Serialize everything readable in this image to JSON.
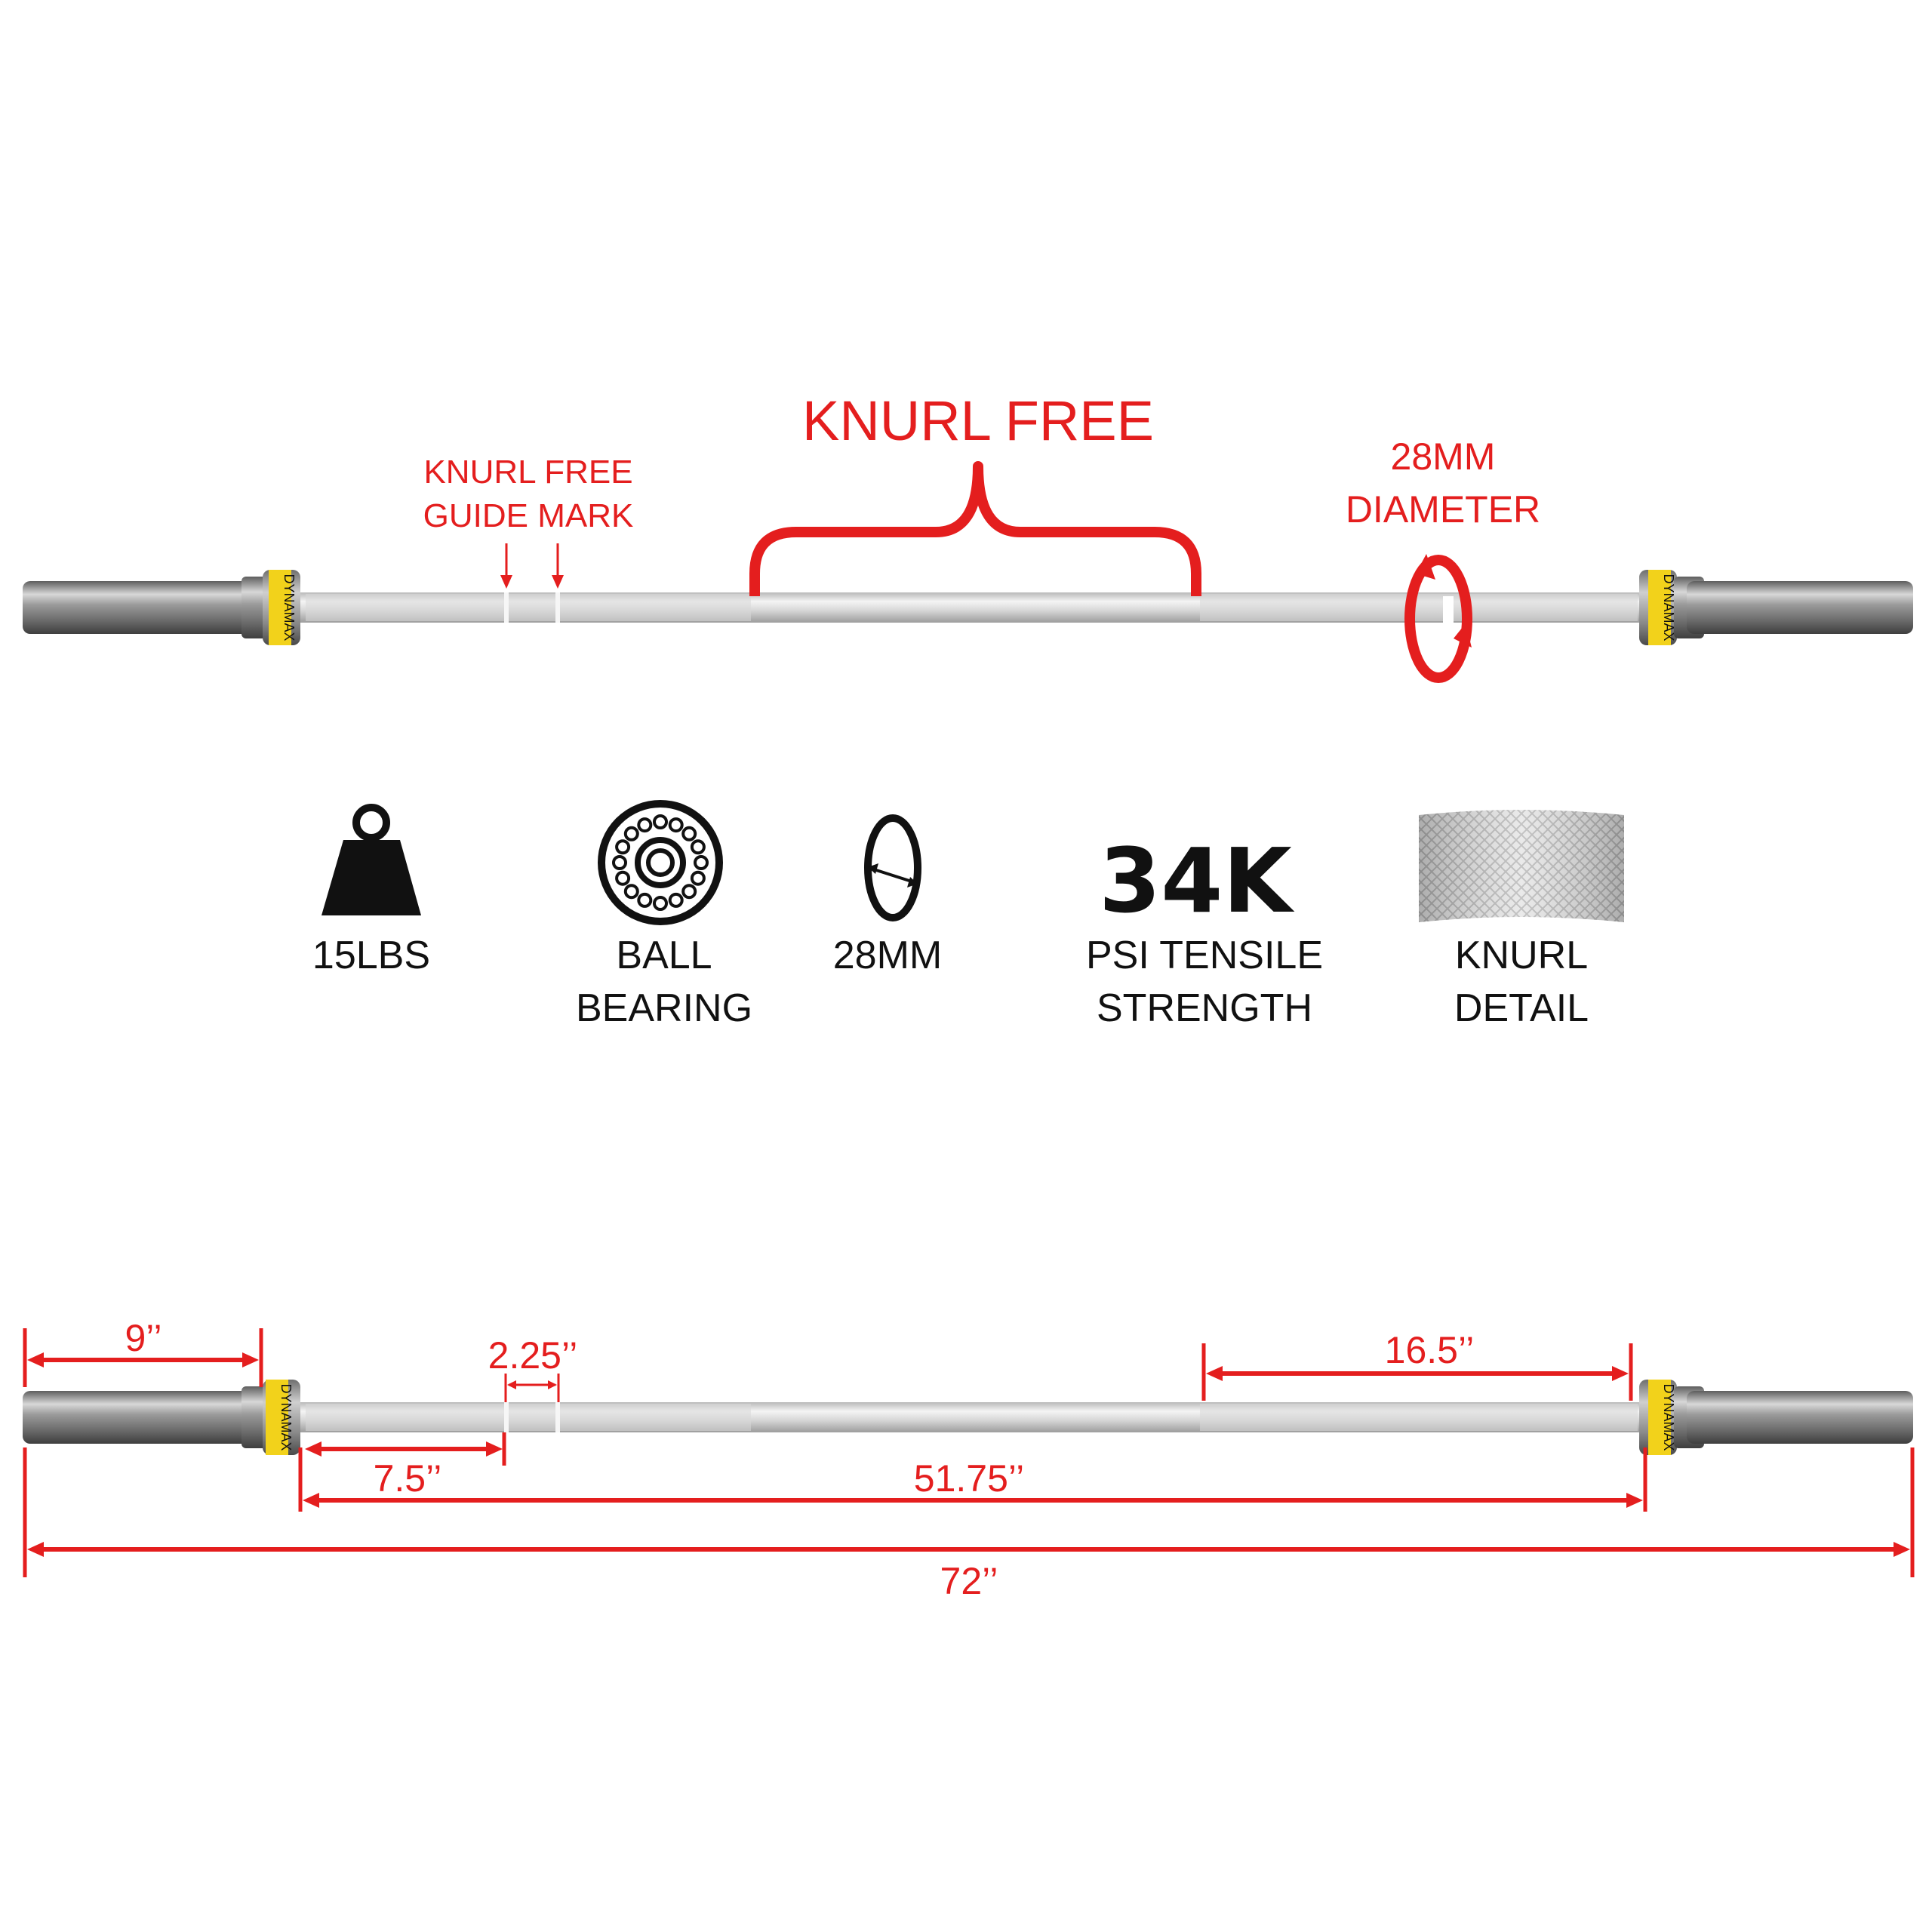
{
  "top_labels": {
    "knurl_free": "KNURL FREE",
    "guide_mark_line1": "KNURL FREE",
    "guide_mark_line2": "GUIDE MARK",
    "diameter_line1": "28MM",
    "diameter_line2": "DIAMETER"
  },
  "sleeve_brand": "DYNAMAX",
  "features": [
    {
      "icon": "weight-icon",
      "line1": "15LBS",
      "line2": ""
    },
    {
      "icon": "ball-bearing-icon",
      "line1": "BALL",
      "line2": "BEARING"
    },
    {
      "icon": "diameter-icon",
      "line1": "28MM",
      "line2": ""
    },
    {
      "icon": "tensile-strength",
      "headline": "34K",
      "line1": "PSI TENSILE",
      "line2": "STRENGTH"
    },
    {
      "icon": "knurl-texture-icon",
      "line1": "KNURL",
      "line2": "DETAIL"
    }
  ],
  "dimensions": {
    "sleeve": "9’’",
    "guide_gap": "2.25’’",
    "knurl_section": "16.5’’",
    "to_guide": "7.5’’",
    "between_collars": "51.75’’",
    "total": "72’’"
  },
  "colors": {
    "annotation": "#e41e1e",
    "collar_band": "#f2d21b"
  }
}
